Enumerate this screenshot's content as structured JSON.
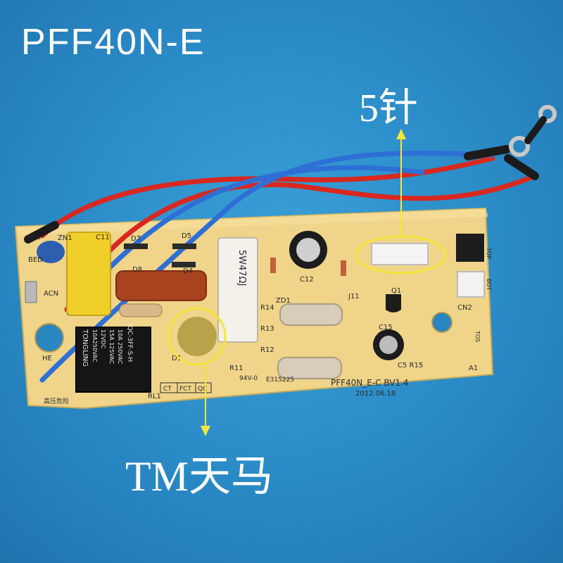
{
  "title": "PFF40N-E",
  "annotations": {
    "pin_label": "5针",
    "tm_label": "TM天马"
  },
  "board_text": {
    "relay_top": "JQC-3FF-S-H",
    "relay_line1": "10A 250VAC",
    "relay_line2": "15A 125VAC",
    "relay_line3": "12VDC",
    "relay_line4": "10A250VAC",
    "relay_brand": "TONGLING",
    "resistor_value": "5W47ΩJ",
    "model": "PFF40N_E-C BV1.4",
    "date": "2012.06.18",
    "cert": "E315225",
    "grade": "94V-0",
    "check1": "CT",
    "check2": "FCT",
    "check3": "QC",
    "warning": "高压危险",
    "labels": {
      "acl": "ACL",
      "zn1": "ZN1",
      "c11": "C11",
      "d7": "D7",
      "d5": "D5",
      "d8": "D8",
      "d4": "D4",
      "bed": "BED",
      "acn": "ACN",
      "c12": "C12",
      "r14": "R14",
      "zd1": "ZD1",
      "r13": "R13",
      "r12": "R12",
      "r11": "R11",
      "j11": "J11",
      "c15": "C15",
      "c5r15": "C5 R15",
      "cn2": "CN2",
      "a1": "A1",
      "tm": "T M",
      "d1": "D1",
      "rl1": "RL1",
      "top": "TOP",
      "bot": "BOT",
      "tos": "TOS",
      "q1": "Q1",
      "he": "HE"
    }
  },
  "colors": {
    "background": "#2f8fc9",
    "board": "#efd48a",
    "highlight_ring": "#f3e63a",
    "arrow": "#f3e63a",
    "marker_dot": "#b9a24a",
    "wire_red": "#d8281f",
    "wire_blue": "#2e6fd6"
  }
}
